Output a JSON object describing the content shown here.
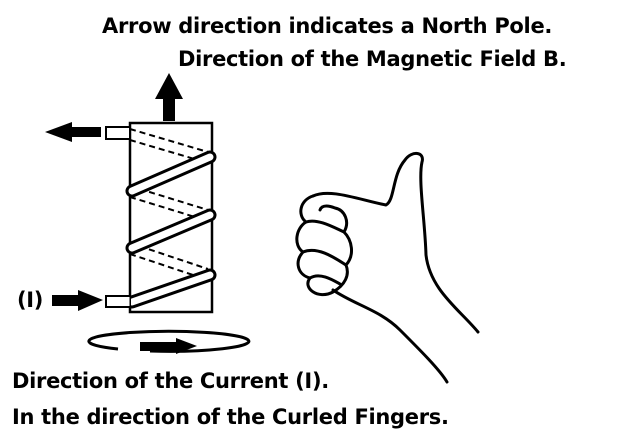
{
  "labels": {
    "north_pole": "Arrow direction indicates a North Pole.",
    "field_direction": "Direction of the Magnetic Field B.",
    "current_label": "(I)",
    "current_direction": "Direction of the Current (I).",
    "curled_fingers": "In the direction of the Curled Fingers."
  }
}
